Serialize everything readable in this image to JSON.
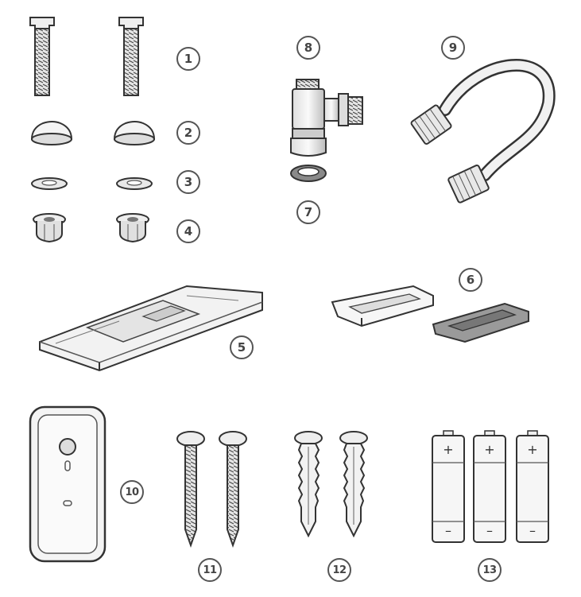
{
  "parts": [
    {
      "number": "1",
      "icon": "t-bolt-icon"
    },
    {
      "number": "2",
      "icon": "bolt-cap-icon"
    },
    {
      "number": "3",
      "icon": "washer-icon"
    },
    {
      "number": "4",
      "icon": "flange-nut-icon"
    },
    {
      "number": "5",
      "icon": "mounting-plate-icon"
    },
    {
      "number": "6",
      "icon": "bracket-clip-icon"
    },
    {
      "number": "7",
      "icon": "gasket-ring-icon"
    },
    {
      "number": "8",
      "icon": "angle-valve-icon"
    },
    {
      "number": "9",
      "icon": "water-supply-hose-icon"
    },
    {
      "number": "10",
      "icon": "remote-control-icon"
    },
    {
      "number": "11",
      "icon": "wood-screw-icon"
    },
    {
      "number": "12",
      "icon": "wall-anchor-icon"
    },
    {
      "number": "13",
      "icon": "aa-battery-icon"
    }
  ],
  "battery": {
    "plus": "+",
    "minus": "–"
  }
}
